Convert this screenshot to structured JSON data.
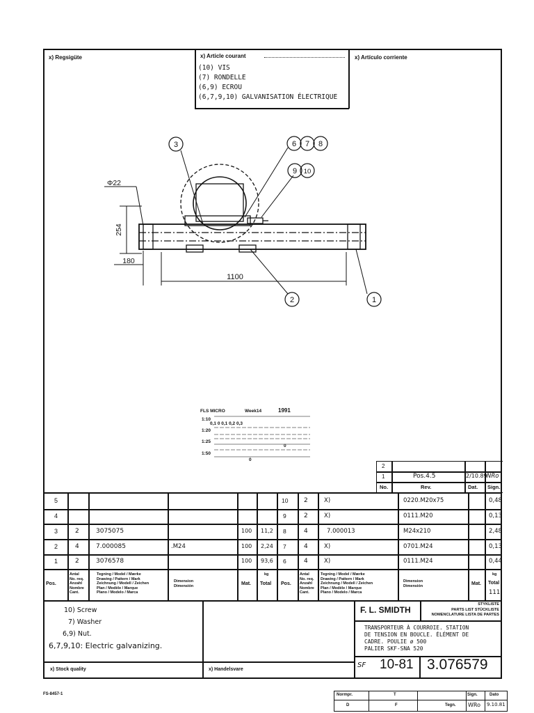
{
  "top_boxes": {
    "left_label": "x)  Regsigüte",
    "mid_label": "x)  Article courant",
    "mid_lines": [
      "(10) VIS",
      "(7)  RONDELLE",
      "(6,9) ECROU",
      "(6,7,9,10) GALVANISATION ÉLECTRIQUE"
    ],
    "right_label": "x)  Artículo corriente"
  },
  "drawing": {
    "diameter": "Φ22",
    "dim_height": "254",
    "dim_180": "180",
    "dim_1100": "1100",
    "balloons": [
      "1",
      "2",
      "3",
      "6",
      "7",
      "8",
      "9",
      "10"
    ]
  },
  "micro": {
    "title": "FLS  MICRO",
    "week": "Week14",
    "year": "1991",
    "scales": [
      "1:10",
      "1:20",
      "1:25",
      "1:50"
    ],
    "ticks": "0,1    0    0,1   0,2   0,3",
    "zero1": "0",
    "zero2": "0"
  },
  "revision": {
    "rows": [
      {
        "no": "2",
        "rev": "",
        "dat": "",
        "sign": ""
      },
      {
        "no": "1",
        "rev": "Pos.4.5",
        "dat": "2/10.89",
        "sign": "NRo"
      }
    ],
    "headers": {
      "no": "No.",
      "rev": "Rev.",
      "dat": "Dat.",
      "sign": "Sign."
    }
  },
  "parts_left": [
    {
      "pos": "5",
      "antal": "",
      "drawing": "",
      "dimension": "",
      "mat": "",
      "total": ""
    },
    {
      "pos": "4",
      "antal": "",
      "drawing": "",
      "dimension": "",
      "mat": "",
      "total": ""
    },
    {
      "pos": "3",
      "antal": "2",
      "drawing": "3075075",
      "dimension": "",
      "mat": "100",
      "total": "11,2"
    },
    {
      "pos": "2",
      "antal": "4",
      "drawing": "7.000085",
      "dimension": ".M24",
      "mat": "100",
      "total": "2,24"
    },
    {
      "pos": "1",
      "antal": "2",
      "drawing": "3076578",
      "dimension": "",
      "mat": "100",
      "total": "93,6"
    }
  ],
  "parts_right": [
    {
      "pos": "10",
      "antal": "2",
      "drawing": "X)",
      "dimension": "0220.M20x75",
      "mat": "",
      "total": "0,48"
    },
    {
      "pos": "9",
      "antal": "2",
      "drawing": "X)",
      "dimension": "0111.M20",
      "mat": "",
      "total": "0,13"
    },
    {
      "pos": "8",
      "antal": "4",
      "drawing": "7.000013",
      "dimension": "M24x210",
      "mat": "",
      "total": "2,48"
    },
    {
      "pos": "7",
      "antal": "4",
      "drawing": "X)",
      "dimension": "0701.M24",
      "mat": "",
      "total": "0,13"
    },
    {
      "pos": "6",
      "antal": "4",
      "drawing": "X)",
      "dimension": "0111.M24",
      "mat": "",
      "total": "0,44"
    }
  ],
  "header": {
    "pos": "Pos.",
    "antal": [
      "Antal",
      "No. req.",
      "Anzahl",
      "Nombre",
      "Cant."
    ],
    "tegning": [
      "Tegning    / Model  / Mærke",
      "Drawing    / Pattern / Mark",
      "Zeichnung / Modell / Zeichen",
      "Plan         / Modèle / Marque",
      "Plano       / Modelo / Marca"
    ],
    "dimension": [
      "Dimension",
      "Dimensión"
    ],
    "mat": "Mat.",
    "kg": "kg",
    "total": "Total",
    "grand_total": "111"
  },
  "notes": [
    "10)  Screw",
    "7)  Washer",
    "6,9)  Nut.",
    "6,7,9,10: Electric galvanizing."
  ],
  "company": {
    "name": "F. L. SMIDTH",
    "list_titles": [
      "STYKLISTE",
      "PARTS LIST    STÜCKLISTE",
      "NOMENCLATURE  LISTA DE PARTES"
    ]
  },
  "description": [
    "TRANSPORTEUR À COURROIE. STATION",
    "DE TENSION EN BOUCLE. ÉLÉMENT DE",
    "CADRE. POULIE ø 500",
    "PALIER SKF-SNA 520"
  ],
  "doc_date": "10-81",
  "doc_initials": "SF",
  "drawing_number": "3.076579",
  "footer": {
    "left": "x)   Stock quality",
    "mid": "x)   Handelsvare",
    "form_no": "FS-8457-1"
  },
  "stamp": {
    "normpr": "Normpr.",
    "t": "T",
    "sign": "Sign.",
    "dato": "Dato",
    "d": "D",
    "f": "F",
    "tegn": "Tegn.",
    "tegn_sign": "WRo",
    "tegn_date": "9.10.81"
  }
}
